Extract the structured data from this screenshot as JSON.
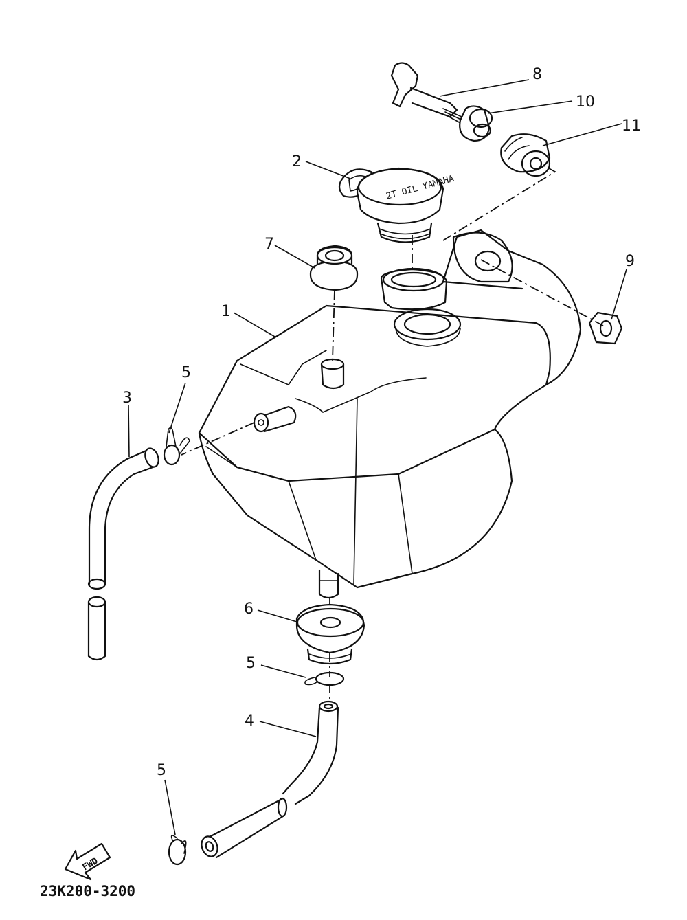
{
  "diagram": {
    "part_code": "23K200-3200",
    "fwd_label": "FWD",
    "cap_text": "2T OIL  YAMAHA",
    "callouts": [
      {
        "id": "c1",
        "text": "1"
      },
      {
        "id": "c2",
        "text": "2"
      },
      {
        "id": "c3",
        "text": "3"
      },
      {
        "id": "c4",
        "text": "4"
      },
      {
        "id": "c5a",
        "text": "5"
      },
      {
        "id": "c5b",
        "text": "5"
      },
      {
        "id": "c5c",
        "text": "5"
      },
      {
        "id": "c6",
        "text": "6"
      },
      {
        "id": "c7",
        "text": "7"
      },
      {
        "id": "c8",
        "text": "8"
      },
      {
        "id": "c9",
        "text": "9"
      },
      {
        "id": "c10",
        "text": "10"
      },
      {
        "id": "c11",
        "text": "11"
      }
    ]
  }
}
